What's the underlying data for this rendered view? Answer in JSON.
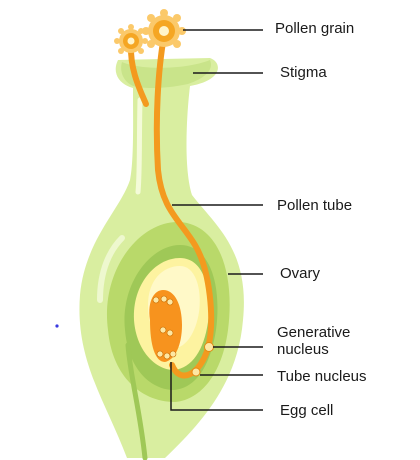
{
  "labels": {
    "pollen_grain": "Pollen grain",
    "stigma": "Stigma",
    "pollen_tube": "Pollen tube",
    "ovary": "Ovary",
    "generative_nucleus_line1": "Generative",
    "generative_nucleus_line2": "nucleus",
    "tube_nucleus": "Tube nucleus",
    "egg_cell": "Egg cell"
  },
  "colors": {
    "pistil_fill": "#d9eea0",
    "pistil_dark": "#c4e079",
    "ovary_wall": "#b9d96a",
    "ovule_outer": "#9fc857",
    "ovule_inner": "#fdf3a0",
    "ovule_core": "#fff9c8",
    "embryo_sac": "#f7931e",
    "pollen_tube": "#f39a1f",
    "pollen_grain": "#f5a623",
    "pollen_spikes": "#fbc96a",
    "nucleus": "#fde7a3",
    "leader_line": "#1a1a1a"
  }
}
